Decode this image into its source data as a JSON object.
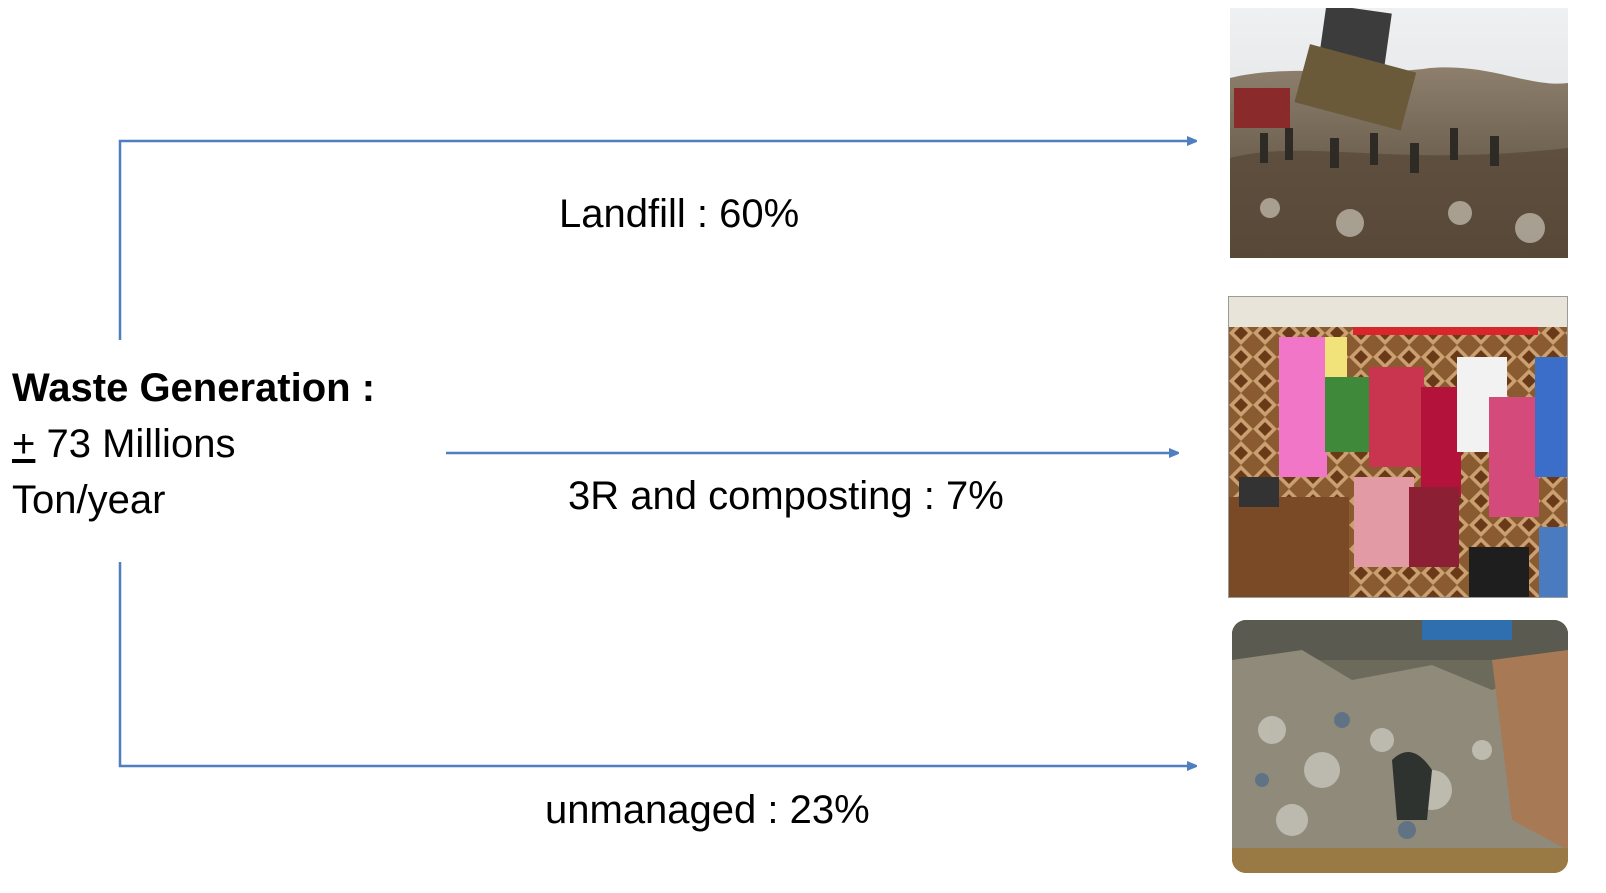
{
  "source": {
    "title": "Waste Generation :",
    "plus_minus": "+",
    "amount": " 73 Millions",
    "unit": "Ton/year"
  },
  "flows": [
    {
      "label": "Landfill : 60%",
      "percent": 60,
      "image": "landfill-photo"
    },
    {
      "label": "3R and composting : 7%",
      "percent": 7,
      "image": "recycled-bags-photo"
    },
    {
      "label": "unmanaged : 23%",
      "percent": 23,
      "image": "river-waste-photo"
    }
  ],
  "colors": {
    "arrow": "#4f7fbf",
    "text": "#000000"
  }
}
